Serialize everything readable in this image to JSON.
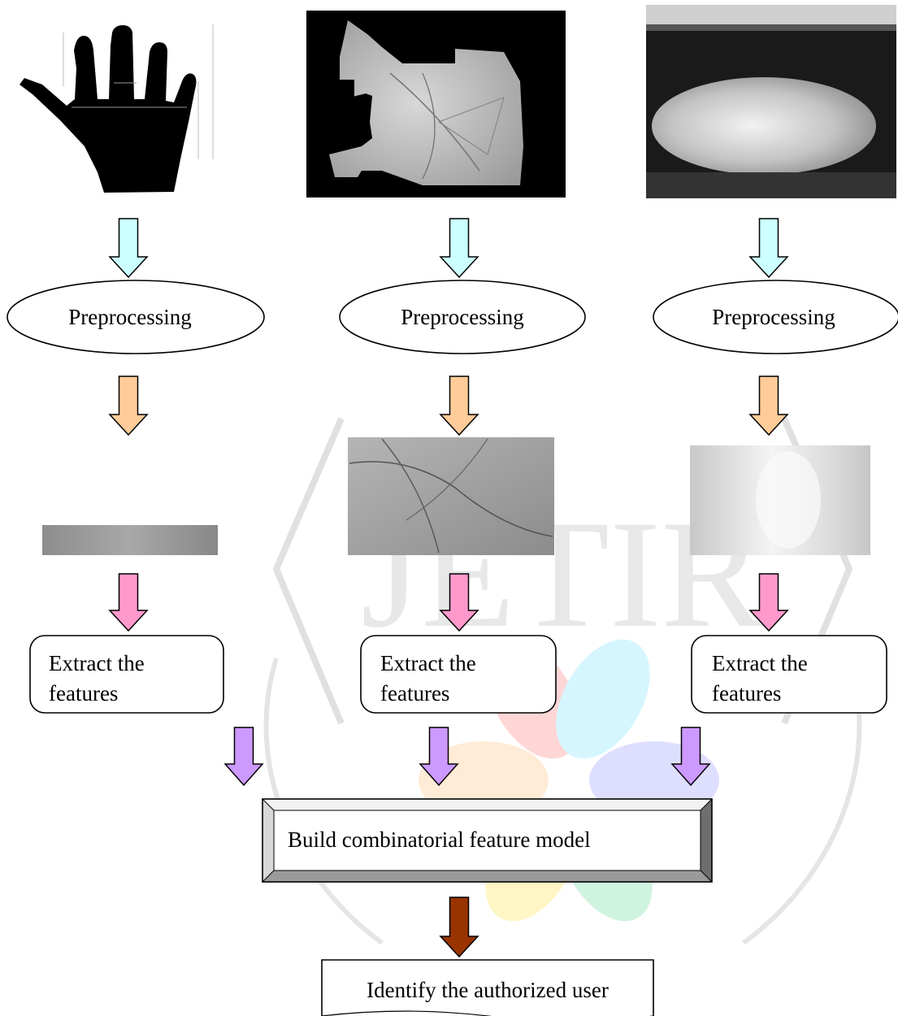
{
  "watermark": {
    "text": "JETIR"
  },
  "preprocess": {
    "label": "Preprocessing"
  },
  "extract": {
    "line1": "Extract the",
    "line2": "features"
  },
  "model": {
    "label": "Build combinatorial feature model"
  },
  "output": {
    "label": "Identify the authorized user"
  },
  "colors": {
    "arrow_input": "#ccffff",
    "arrow_preprocess": "#ffcc99",
    "arrow_extract": "#ff99cc",
    "arrow_combine": "#cc99ff",
    "arrow_output": "#993300"
  }
}
